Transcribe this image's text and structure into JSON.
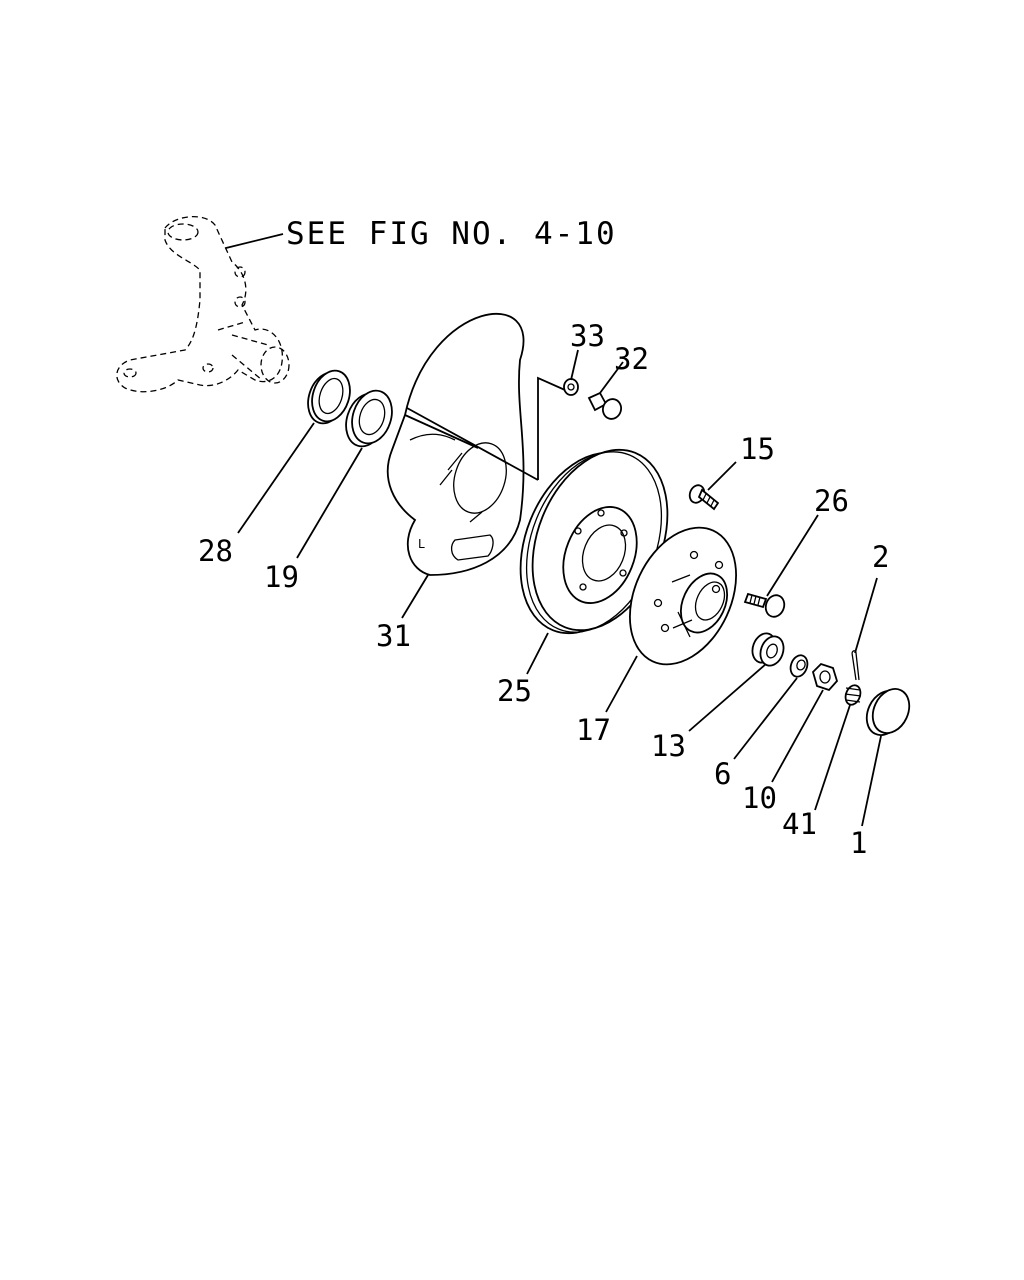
{
  "reference_note": "SEE FIG NO. 4-10",
  "callouts": {
    "p1": "1",
    "p2": "2",
    "p6": "6",
    "p10": "10",
    "p13": "13",
    "p15": "15",
    "p17": "17",
    "p19": "19",
    "p25": "25",
    "p26": "26",
    "p28": "28",
    "p31": "31",
    "p32": "32",
    "p33": "33",
    "p41": "41"
  }
}
